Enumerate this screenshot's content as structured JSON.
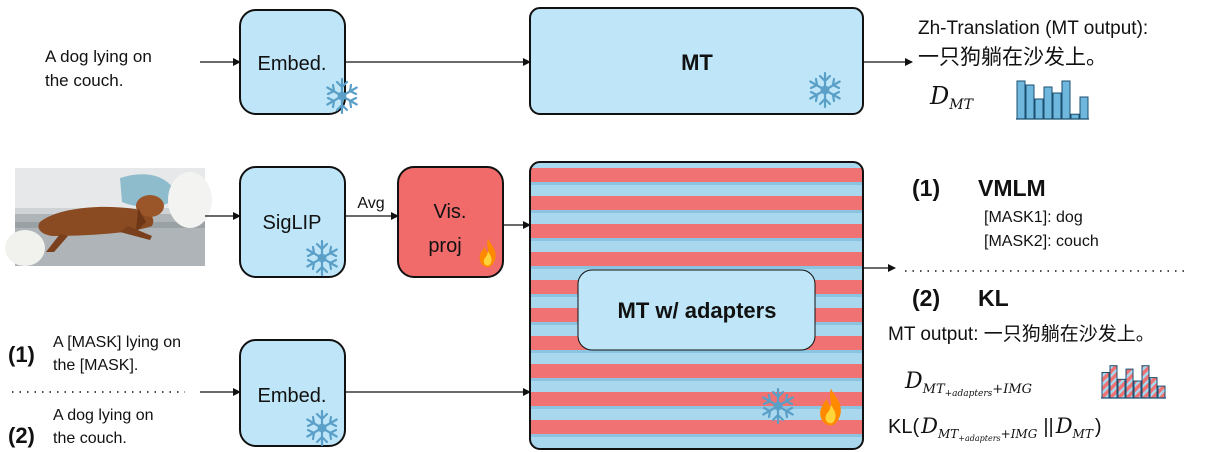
{
  "top": {
    "input_text": [
      "A dog lying on",
      "the couch."
    ],
    "embed_label": "Embed.",
    "mt_label": "MT",
    "output_heading": "Zh-Translation (MT output):",
    "output_text": "一只狗躺在沙发上。",
    "dist_symbol": "D",
    "dist_subscript": "MT",
    "dist_values": [
      0.95,
      0.85,
      0.5,
      0.8,
      0.65,
      0.95,
      0.12,
      0.55
    ]
  },
  "middle": {
    "siglip_label": "SigLIP",
    "avg_label": "Avg",
    "visproj_label": [
      "Vis.",
      "proj"
    ],
    "adapter_label": "MT w/ adapters"
  },
  "bottom": {
    "input1_marker": "(1)",
    "input1_text": [
      "A [MASK] lying on",
      "the [MASK]."
    ],
    "input2_marker": "(2)",
    "input2_text": [
      "A dog lying on",
      "the couch."
    ],
    "embed_label": "Embed."
  },
  "right": {
    "vmlm_marker": "(1)",
    "vmlm_title": "VMLM",
    "mask_lines": [
      "[MASK1]: dog",
      "[MASK2]: couch"
    ],
    "kl_marker": "(2)",
    "kl_title": "KL",
    "kl_output_label": "MT output: 一只狗躺在沙发上。",
    "adapter_dist_symbol": "D",
    "adapter_dist_subscript": "MT",
    "adapter_dist_subsub": "+adapters",
    "adapter_dist_suffix": "+IMG",
    "adapter_dist_values": [
      0.75,
      0.95,
      0.55,
      0.85,
      0.5,
      0.95,
      0.6,
      0.35
    ],
    "kl_prefix": "KL(",
    "kl_separator": "||",
    "kl_suffix": ")"
  },
  "colors": {
    "box_blue": "#bfe6f8",
    "box_red": "#f26b6b",
    "stripe_red": "#f07272",
    "stripe_blue": "#a9d7ee",
    "bar_blue": "#6fb7dd",
    "ice": "#5a9fc7",
    "flame": "#ff8a00"
  }
}
